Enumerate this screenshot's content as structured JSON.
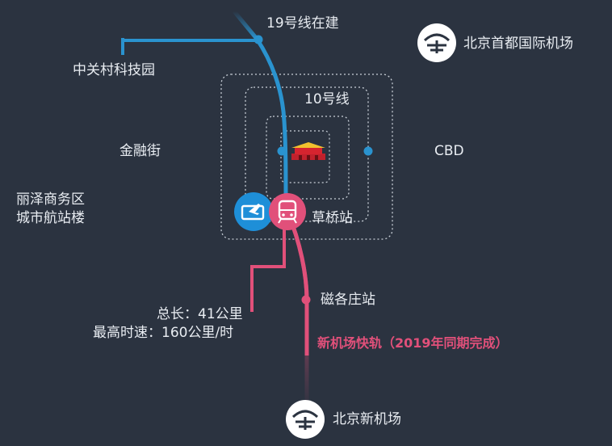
{
  "labels": {
    "line19": "19号线在建",
    "zgc": "中关村科技园",
    "pek": "北京首都国际机场",
    "line10": "10号线",
    "jrj": "金融街",
    "cbd": "CBD",
    "lize_line1": "丽泽商务区",
    "lize_line2": "城市航站楼",
    "caoqiao": "草桥站",
    "cigezhuang": "磁各庄站",
    "length": "总长：41公里",
    "speed": "最高时速：160公里/时",
    "express": "新机场快轨（2019年同期完成）",
    "pkx": "北京新机场"
  },
  "icons": {
    "pek_logo": "airport-logo-icon",
    "pkx_logo": "airport-logo-icon",
    "tiananmen": "tiananmen-icon",
    "checkin": "ticket-plane-icon",
    "train": "train-icon"
  },
  "colors": {
    "background": "#2b3340",
    "blue_line": "#2a93cf",
    "pink_line": "#e1507a",
    "text": "#e9edf2",
    "ring": "#c9d0d8"
  }
}
